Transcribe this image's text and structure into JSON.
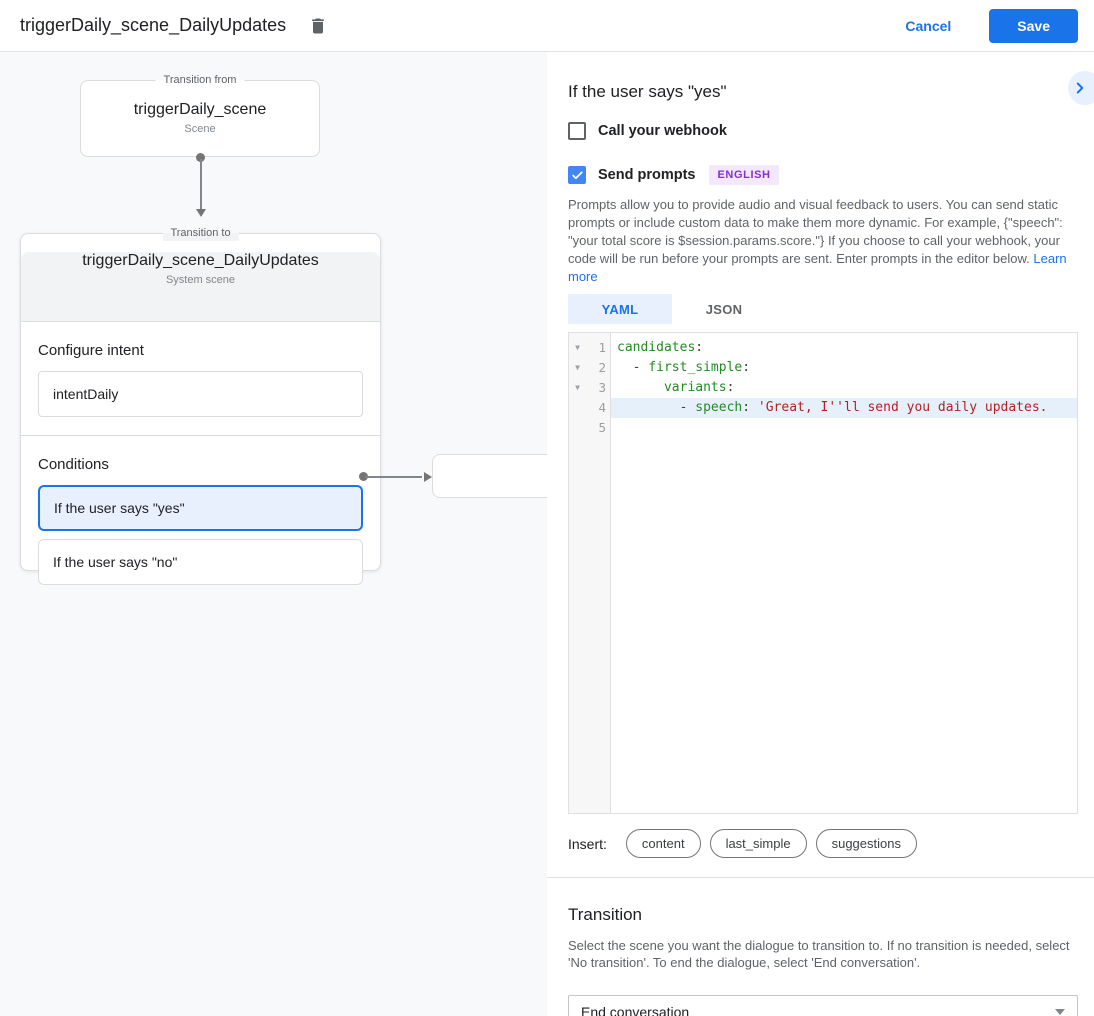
{
  "header": {
    "title": "triggerDaily_scene_DailyUpdates",
    "cancel_label": "Cancel",
    "save_label": "Save"
  },
  "canvas": {
    "from_node": {
      "legend": "Transition from",
      "title": "triggerDaily_scene",
      "subtitle": "Scene"
    },
    "to_node": {
      "legend": "Transition to",
      "title": "triggerDaily_scene_DailyUpdates",
      "subtitle": "System scene"
    },
    "intent": {
      "label": "Configure intent",
      "value": "intentDaily"
    },
    "conditions": {
      "label": "Conditions",
      "yes": "If the user says \"yes\"",
      "no": "If the user says \"no\""
    }
  },
  "panel": {
    "title": "If the user says \"yes\"",
    "webhook": {
      "label": "Call your webhook",
      "checked": false
    },
    "prompts": {
      "label": "Send prompts",
      "checked": true,
      "badge": "ENGLISH"
    },
    "description": "Prompts allow you to provide audio and visual feedback to users. You can send static prompts or include custom data to make them more dynamic. For example, {\"speech\": \"your total score is $session.params.score.\"} If you choose to call your webhook, your code will be run before your prompts are sent. Enter prompts in the editor below. ",
    "learn_more": "Learn more",
    "tabs": {
      "yaml": "YAML",
      "json": "JSON",
      "active": "YAML"
    },
    "editor": {
      "lines": [
        {
          "num": "1",
          "key": "candidates",
          "colon": ":"
        },
        {
          "num": "2",
          "pre": "  - ",
          "key": "first_simple",
          "colon": ":"
        },
        {
          "num": "3",
          "pre": "      ",
          "key": "variants",
          "colon": ":"
        },
        {
          "num": "4",
          "pre": "        - ",
          "key": "speech",
          "colon": ": ",
          "string": "'Great, I''ll send you daily updates."
        },
        {
          "num": "5"
        }
      ]
    },
    "insert": {
      "label": "Insert:",
      "pills": [
        "content",
        "last_simple",
        "suggestions"
      ]
    }
  },
  "transition": {
    "heading": "Transition",
    "description": "Select the scene you want the dialogue to transition to. If no transition is needed, select 'No transition'. To end the dialogue, select 'End conversation'.",
    "dropdown_value": "End conversation"
  },
  "colors": {
    "accent_blue": "#1a73e8",
    "light_blue_bg": "#e8f0fe",
    "badge_bg": "#f3e8fd",
    "badge_text": "#8430ce",
    "code_key_green": "#228b22",
    "code_string_red": "#b22222",
    "active_line_bg": "#e6f0fb"
  }
}
